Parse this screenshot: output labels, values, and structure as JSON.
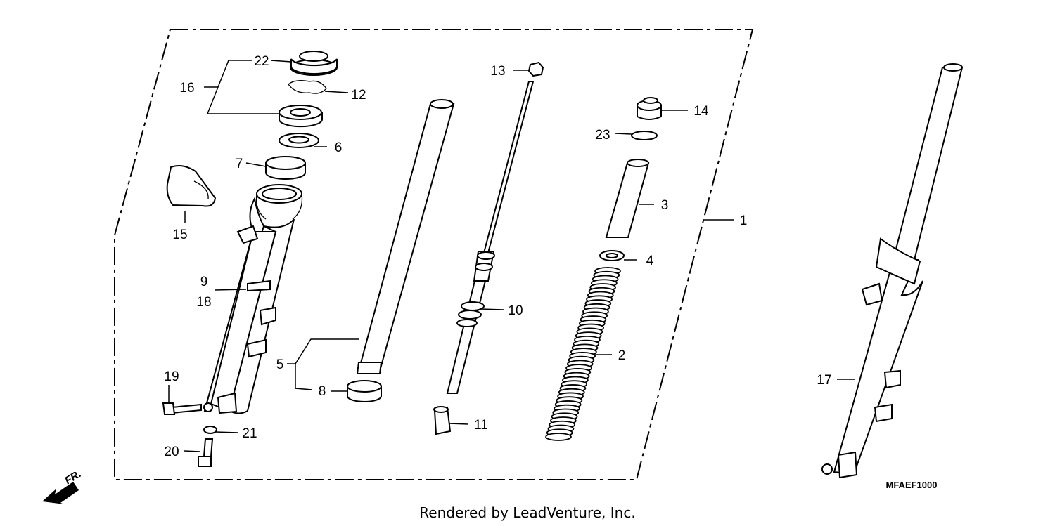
{
  "callouts": {
    "c1": "1",
    "c2": "2",
    "c3": "3",
    "c4": "4",
    "c5": "5",
    "c6": "6",
    "c7": "7",
    "c8": "8",
    "c9": "9",
    "c10": "10",
    "c11": "11",
    "c12": "12",
    "c13": "13",
    "c14": "14",
    "c15": "15",
    "c16": "16",
    "c17": "17",
    "c18": "18",
    "c19": "19",
    "c20": "20",
    "c21": "21",
    "c22": "22",
    "c23": "23"
  },
  "diagram_code": "MFAEF1000",
  "front_indicator": "FR.",
  "footer": "Rendered by LeadVenture, Inc.",
  "colors": {
    "line": "#000000",
    "background": "#ffffff"
  }
}
